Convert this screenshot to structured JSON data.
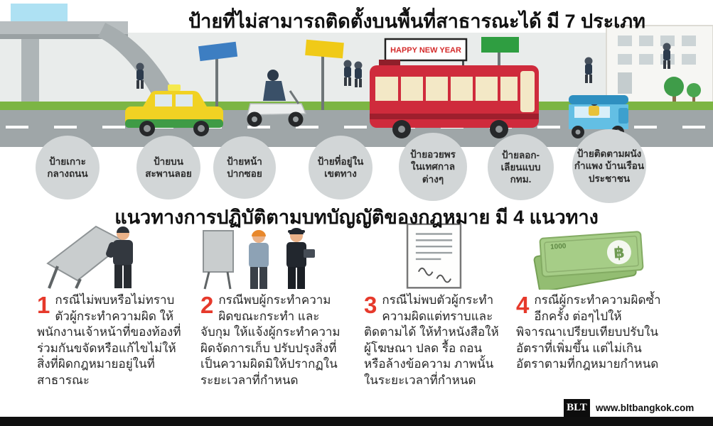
{
  "titles": {
    "signs": "ป้ายที่ไม่สามารถติดตั้งบนพื้นที่สาธารณะได้ มี 7 ประเภท",
    "guidelines": "แนวทางการปฏิบัติตามบทบัญญัติของกฎหมาย มี 4 แนวทาง"
  },
  "scene": {
    "banner_text": "HAPPY NEW YEAR",
    "banknote_value": "1000",
    "baht_symbol": "฿"
  },
  "sign_types": [
    {
      "label": "ป้ายเกาะ\nกลางถนน"
    },
    {
      "label": "ป้ายบน\nสะพานลอย"
    },
    {
      "label": "ป้ายหน้า\nปากซอย"
    },
    {
      "label": "ป้ายที่อยู่ใน\nเขตทาง"
    },
    {
      "label": "ป้ายอวยพร\nในเทศกาล\nต่างๆ"
    },
    {
      "label": "ป้ายลอก-\nเลียนแบบ\nกทม."
    },
    {
      "label": "ป้ายติดตามผนัง\nกำแพง บ้านเรือน\nประชาชน"
    }
  ],
  "guidelines": [
    {
      "number": "1",
      "text": "กรณีไม่พบหรือไม่ทราบตัวผู้กระทำความผิด ให้พนักงานเจ้าหน้าที่ของท้องที่ร่วมกันขจัดหรือแก้ไขไม่ให้สิ่งที่ผิดกฎหมายอยู่ในที่สาธารณะ"
    },
    {
      "number": "2",
      "text": "กรณีพบผู้กระทำความผิดขณะกระทำ และจับกุม ให้แจ้งผู้กระทำความผิดจัดการเก็บ ปรับปรุงสิ่งที่เป็นความผิดมิให้ปรากฏในระยะเวลาที่กำหนด"
    },
    {
      "number": "3",
      "text": "กรณีไม่พบตัวผู้กระทำความผิดแต่ทราบและติดตามได้ ให้ทำหนังสือให้ผู้โฆษณา ปลด รื้อ ถอน หรือล้างข้อความ ภาพนั้นในระยะเวลาที่กำหนด"
    },
    {
      "number": "4",
      "text": "กรณีผู้กระทำความผิดซ้ำอีกครั้ง ต่อๆไปให้พิจารณาเปรียบเทียบปรับในอัตราที่เพิ่มขึ้น แต่ไม่เกินอัตราตามที่กฎหมายกำหนด"
    }
  ],
  "footer": {
    "logo_text": "BLT",
    "website": "www.bltbangkok.com"
  },
  "colors": {
    "accent_red": "#e6392b",
    "circle_gray": "#d2d6d7",
    "bus_red": "#cf2b3c",
    "taxi_yellow": "#f1d223",
    "taxi_green": "#3f9b45",
    "tuktuk_blue": "#4aa8d8",
    "grass_green": "#7cb544"
  }
}
